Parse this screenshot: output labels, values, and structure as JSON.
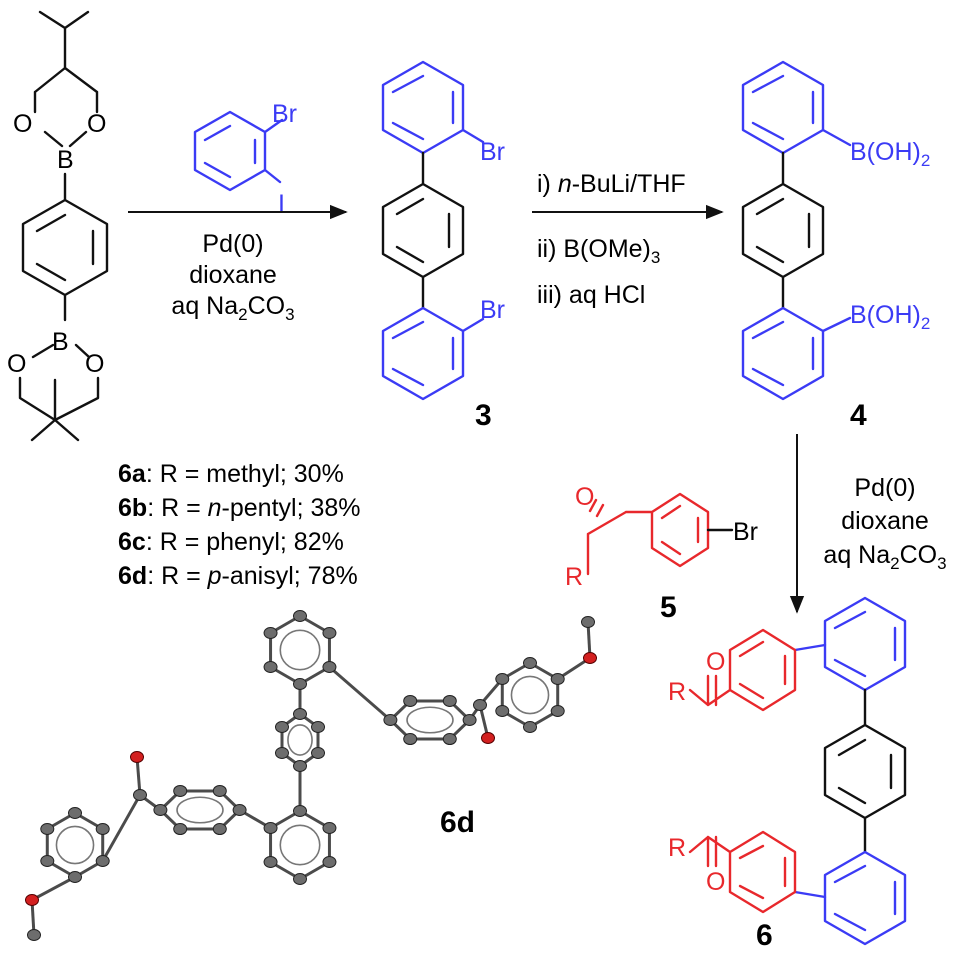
{
  "compounds": {
    "c3": "3",
    "c4": "4",
    "c5": "5",
    "c6": "6",
    "c6d": "6d"
  },
  "atoms": {
    "B": "B",
    "O": "O",
    "Br": "Br",
    "I": "I",
    "R": "R",
    "BOH": "B(OH)",
    "sub2": "2"
  },
  "step1": {
    "l1": "Pd(0)",
    "l2": "dioxane",
    "l3": "aq Na",
    "l3sub": "2",
    "l3end": "CO",
    "l3sub2": "3"
  },
  "step2": {
    "i_pre": "i) ",
    "i_it": "n",
    "i_post": "-BuLi/THF",
    "ii": "ii) B(OMe)",
    "ii_sub": "3",
    "iii": "iii) aq HCl"
  },
  "step3": {
    "l1": "Pd(0)",
    "l2": "dioxane",
    "l3": "aq Na",
    "l3sub": "2",
    "l3end": "CO",
    "l3sub2": "3"
  },
  "yields": [
    {
      "id": "6a",
      "pre": ": R = ",
      "it": "",
      "name": "methyl; 30%"
    },
    {
      "id": "6b",
      "pre": ": R = ",
      "it": "n",
      "name": "-pentyl; 38%"
    },
    {
      "id": "6c",
      "pre": ": R = ",
      "it": "",
      "name": "phenyl; 82%"
    },
    {
      "id": "6d",
      "pre": ": R = ",
      "it": "p",
      "name": "-anisyl; 78%"
    }
  ]
}
